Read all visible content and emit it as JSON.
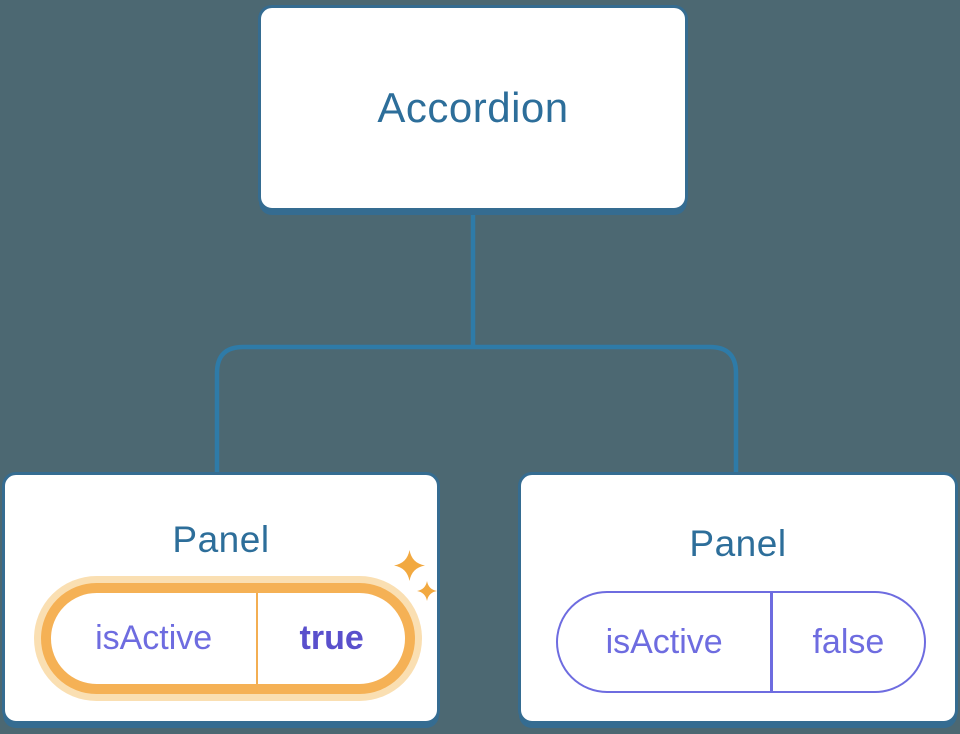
{
  "diagram": {
    "root": {
      "label": "Accordion"
    },
    "panels": [
      {
        "label": "Panel",
        "prop": "isActive",
        "value": "true",
        "highlighted": true
      },
      {
        "label": "Panel",
        "prop": "isActive",
        "value": "false",
        "highlighted": false
      }
    ]
  },
  "icons": {
    "sparkle_big": "sparkle-icon",
    "sparkle_small": "sparkle-icon"
  },
  "colors": {
    "background": "#4C6872",
    "node_border": "#356C91",
    "node_text": "#2D6E9A",
    "connector": "#2E7BA8",
    "prop_text": "#6E6CE0",
    "prop_value_active": "#5A50CC",
    "highlight_ring": "#F5B155",
    "highlight_glow": "#FADFB2",
    "highlight_divider": "#F3AE52",
    "sparkle": "#F2A940"
  }
}
